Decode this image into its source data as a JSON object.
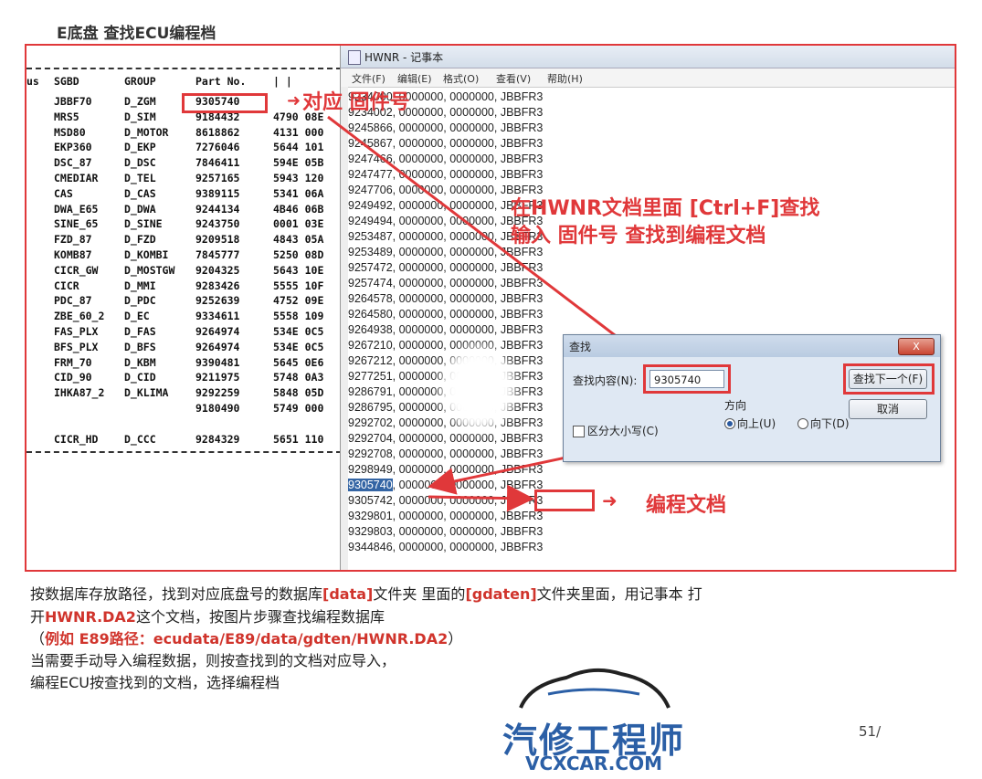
{
  "heading": "E底盘 查找ECU编程档",
  "ecu_table": {
    "headers": [
      "us",
      "SGBD",
      "GROUP",
      "Part No.",
      "| |"
    ],
    "rows": [
      [
        "",
        "JBBF70",
        "D_ZGM",
        "9305740",
        ""
      ],
      [
        "",
        "MRS5",
        "D_SIM",
        "9184432",
        "4790 08E"
      ],
      [
        "",
        "MSD80",
        "D_MOTOR",
        "8618862",
        "4131 000"
      ],
      [
        "",
        "EKP360",
        "D_EKP",
        "7276046",
        "5644 101"
      ],
      [
        "",
        "DSC_87",
        "D_DSC",
        "7846411",
        "594E 05B"
      ],
      [
        "",
        "CMEDIAR",
        "D_TEL",
        "9257165",
        "5943 120"
      ],
      [
        "",
        "CAS",
        "D_CAS",
        "9389115",
        "5341 06A"
      ],
      [
        "",
        "DWA_E65",
        "D_DWA",
        "9244134",
        "4B46 06B"
      ],
      [
        "",
        "SINE_65",
        "D_SINE",
        "9243750",
        "0001 03E"
      ],
      [
        "",
        "FZD_87",
        "D_FZD",
        "9209518",
        "4843 05A"
      ],
      [
        "",
        "KOMB87",
        "D_KOMBI",
        "7845777",
        "5250 08D"
      ],
      [
        "",
        "CICR_GW",
        "D_MOSTGW",
        "9204325",
        "5643 10E"
      ],
      [
        "",
        "CICR",
        "D_MMI",
        "9283426",
        "5555 10F"
      ],
      [
        "",
        "PDC_87",
        "D_PDC",
        "9252639",
        "4752 09E"
      ],
      [
        "",
        "ZBE_60_2",
        "D_EC",
        "9334611",
        "5558 109"
      ],
      [
        "",
        "FAS_PLX",
        "D_FAS",
        "9264974",
        "534E 0C5"
      ],
      [
        "",
        "BFS_PLX",
        "D_BFS",
        "9264974",
        "534E 0C5"
      ],
      [
        "",
        "FRM_70",
        "D_KBM",
        "9390481",
        "5645 0E6"
      ],
      [
        "",
        "CID_90",
        "D_CID",
        "9211975",
        "5748 0A3"
      ],
      [
        "",
        "IHKA87_2",
        "D_KLIMA",
        "9292259",
        "5848 05D"
      ],
      [
        "",
        "",
        "",
        "9180490",
        "5749 000"
      ],
      [
        "",
        "CICR_HD",
        "D_CCC",
        "9284329",
        "5651 110"
      ]
    ]
  },
  "notepad": {
    "title": "HWNR - 记事本",
    "menu": [
      "文件(F)",
      "编辑(E)",
      "格式(O)",
      "查看(V)",
      "帮助(H)"
    ],
    "lines": [
      "9234000, 0000000, 0000000, JBBFR3",
      "9234002, 0000000, 0000000, JBBFR3",
      "9245866, 0000000, 0000000, JBBFR3",
      "9245867, 0000000, 0000000, JBBFR3",
      "9247466, 0000000, 0000000, JBBFR3",
      "9247477, 0000000, 0000000, JBBFR3",
      "9247706, 0000000, 0000000, JBBFR3",
      "9249492, 0000000, 0000000, JBBFR3",
      "9249494, 0000000, 0000000, JBBFR3",
      "9253487, 0000000, 0000000, JBBFR3",
      "9253489, 0000000, 0000000, JBBFR3",
      "9257472, 0000000, 0000000, JBBFR3",
      "9257474, 0000000, 0000000, JBBFR3",
      "9264578, 0000000, 0000000, JBBFR3",
      "9264580, 0000000, 0000000, JBBFR3",
      "9264938, 0000000, 0000000, JBBFR3",
      "9267210, 0000000, 0000000, JBBFR3",
      "9267212, 0000000, 0000000, JBBFR3",
      "9277251, 0000000, 0000000, JBBFR3",
      "9286791, 0000000, 0000000, JBBFR3",
      "9286795, 0000000, 0000000, JBBFR3",
      "9292702, 0000000, 0000000, JBBFR3",
      "9292704, 0000000, 0000000, JBBFR3",
      "9292708, 0000000, 0000000, JBBFR3",
      "9298949, 0000000, 0000000, JBBFR3"
    ],
    "found_value": "9305740",
    "found_rest": ", 0000000, 0000000, ",
    "found_tag": "JBBFR3",
    "lines_after": [
      "9305742, 0000000, 0000000, JBBFR3",
      "9329801, 0000000, 0000000, JBBFR3",
      "9329803, 0000000, 0000000, JBBFR3",
      "9344846, 0000000, 0000000, JBBFR3"
    ]
  },
  "find_dialog": {
    "title": "查找",
    "close": "X",
    "label_find": "查找内容(N):",
    "value": "9305740",
    "btn_find_next": "查找下一个(F)",
    "btn_cancel": "取消",
    "direction_label": "方向",
    "case_label": "区分大小写(C)",
    "up_label": "向上(U)",
    "down_label": "向下(D)"
  },
  "annotations": {
    "firmware": "对应 固件号",
    "instruction_line1": "在HWNR文档里面 [Ctrl+F]查找",
    "instruction_line2": "输入 固件号 查找到编程文档",
    "prog_file": "编程文档",
    "accent_color": "#e0383a"
  },
  "paragraphs": {
    "p1_a": "按数据库存放路径，找到对应底盘号的数据库",
    "p1_b": "[data]",
    "p1_c": "文件夹 里面的",
    "p1_d": "[gdaten]",
    "p1_e": "文件夹里面，用记事本 打",
    "p2_a": "开",
    "p2_b": "HWNR.DA2",
    "p2_c": "这个文档，按图片步骤查找编程数据库",
    "p3_a": "（",
    "p3_b": "例如 E89路径：",
    "p3_c": "ecudata/E89/data/gdten/HWNR.DA2",
    "p3_d": "）",
    "p4": "当需要手动导入编程数据，则按查找到的文档对应导入，",
    "p5": "编程ECU按查找到的文档，选择编程档"
  },
  "logo": {
    "cn": "汽修工程师",
    "en": "VCXCAR.COM"
  },
  "page_number": "51/"
}
